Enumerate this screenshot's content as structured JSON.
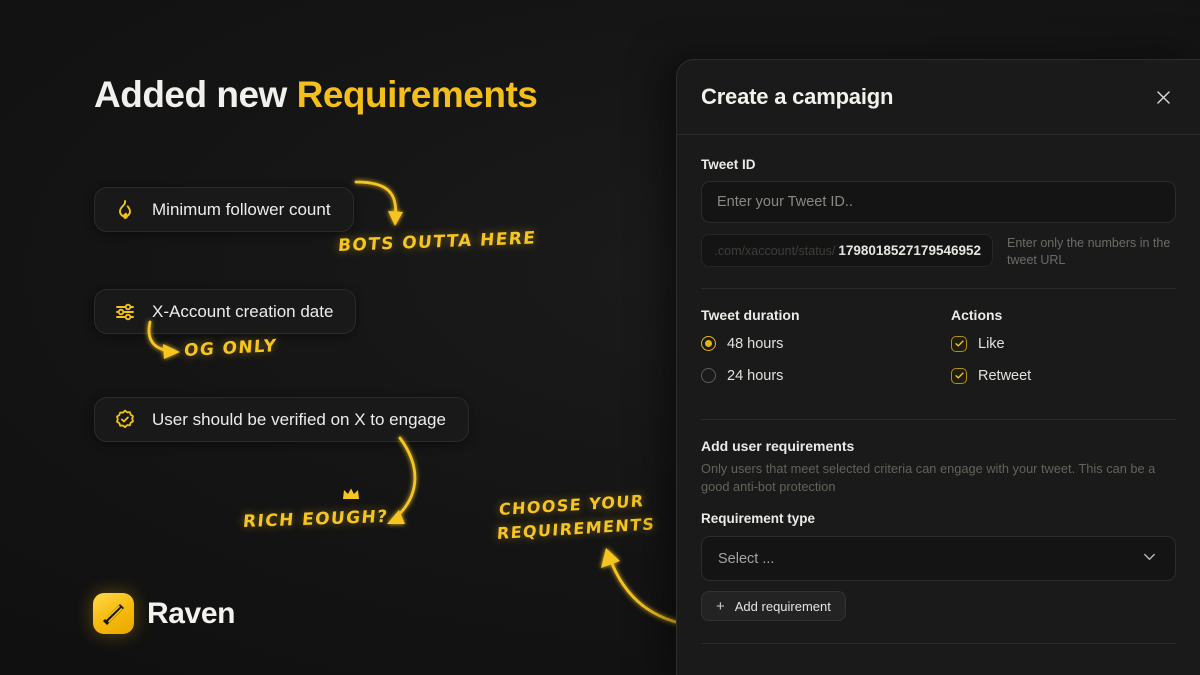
{
  "headline": {
    "plain": "Added new",
    "accent": "Requirements",
    "accent_color": "#f4bf1b"
  },
  "requirement_cards": [
    {
      "icon": "flame-icon",
      "label": "Minimum follower count"
    },
    {
      "icon": "sliders-icon",
      "label": "X-Account creation date"
    },
    {
      "icon": "verified-badge-icon",
      "label": "User should be verified on X to engage"
    }
  ],
  "annotations": {
    "bots": "BOTS OUTTA HERE",
    "og": "OG ONLY",
    "rich": "RICH EOUGH?",
    "choose_line1": "CHOOSE YOUR",
    "choose_line2": "REQUIREMENTS"
  },
  "logo": {
    "name": "Raven",
    "brand_color": "#f5b90c"
  },
  "panel": {
    "title": "Create a campaign",
    "close_icon": "close-icon",
    "tweet_id": {
      "label": "Tweet ID",
      "placeholder": "Enter your Tweet ID..",
      "value": "",
      "url_prefix": ".com/xaccount/status/",
      "url_id": "1798018527179546952",
      "hint": "Enter only the numbers in the tweet URL"
    },
    "duration": {
      "title": "Tweet duration",
      "options": [
        {
          "label": "48 hours",
          "selected": true
        },
        {
          "label": "24 hours",
          "selected": false
        }
      ]
    },
    "actions": {
      "title": "Actions",
      "options": [
        {
          "label": "Like",
          "checked": true
        },
        {
          "label": "Retweet",
          "checked": true
        }
      ]
    },
    "user_requirements": {
      "title": "Add user requirements",
      "description": "Only users that meet selected criteria can engage with your tweet. This can be a good anti-bot protection",
      "type_label": "Requirement type",
      "select_value": "Select ...",
      "select_icon": "chevron-down-icon",
      "add_button": "Add requirement"
    }
  }
}
